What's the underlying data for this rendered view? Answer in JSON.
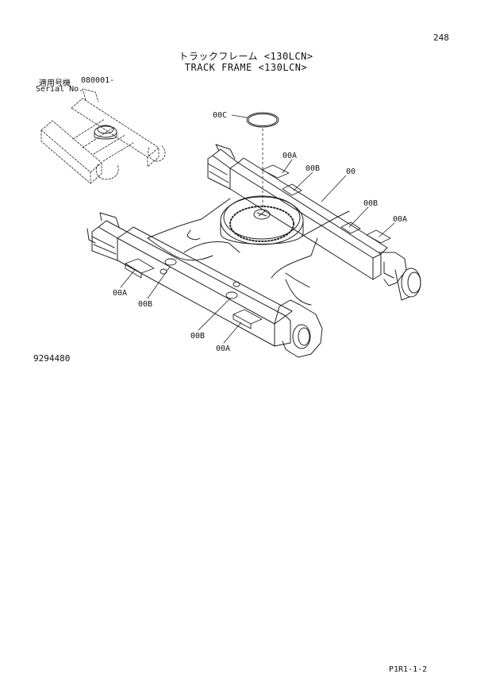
{
  "page_number": "248",
  "title_jp": "トラックフレーム <130LCN>",
  "title_en": "TRACK FRAME <130LCN>",
  "serial": {
    "label_jp": "適用号機",
    "value": "080001-",
    "label_en": "Serial No."
  },
  "callouts": {
    "c00C": "00C",
    "c00A_top": "00A",
    "c00B_top": "00B",
    "c00": "00",
    "c00B_right": "00B",
    "c00A_right": "00A",
    "c00A_left": "00A",
    "c00B_left": "00B",
    "c00B_bottom": "00B",
    "c00A_bottom": "00A"
  },
  "drawing_number": "9294480",
  "footer_code": "P1R1-1-2"
}
